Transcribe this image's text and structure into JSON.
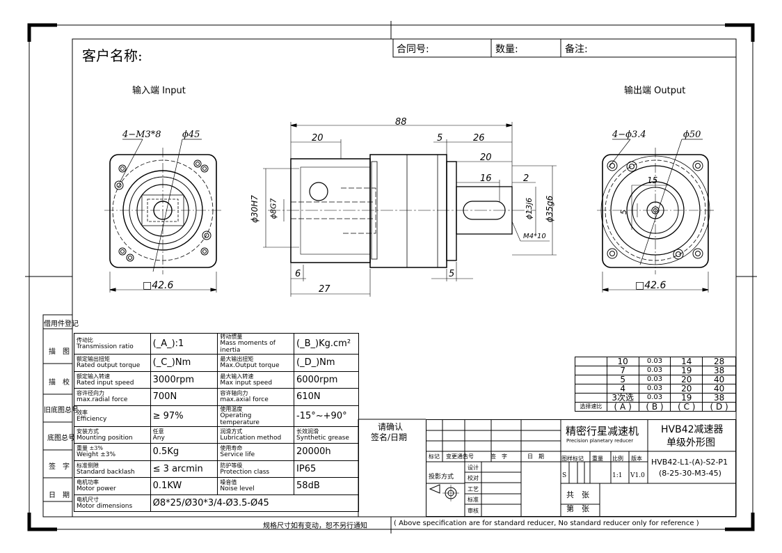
{
  "header": {
    "customer_label": "客户名称:",
    "contract_label": "合同号:",
    "quantity_label": "数量:",
    "remark_label": "备注:"
  },
  "views": {
    "input_label": "输入端 Input",
    "output_label": "输出端 Output",
    "input_holes": "4−M3*8",
    "input_pcd": "ϕ45",
    "input_square": "□42.6",
    "output_holes": "4−ϕ3.4",
    "output_pcd": "ϕ50",
    "output_square": "□42.6",
    "output_key": "15",
    "output_key_w": "5"
  },
  "side": {
    "d88": "88",
    "d20a": "20",
    "d5a": "5",
    "d26": "26",
    "d20b": "20",
    "d16": "16",
    "d2": "2",
    "d30h7": "ϕ30H7",
    "d8g7": "ϕ8G7",
    "d13j6": "ϕ13j6",
    "d35g6": "ϕ35g6",
    "m4": "M4*10",
    "d6": "6",
    "d27": "27",
    "d5b": "5"
  },
  "left_column": [
    "借用件登记",
    "描　图",
    "描　校",
    "旧底图总号",
    "底图总号",
    "签　字",
    "日　期"
  ],
  "specs": [
    {
      "zh1": "传动比",
      "en1": "Transmission ratio",
      "v1": "(_A_):1",
      "zh2": "转动惯量",
      "en2": "Mass moments of inertia",
      "v2": "(_B_)Kg.cm²"
    },
    {
      "zh1": "额定输出扭矩",
      "en1": "Rated output torque",
      "v1": "(_C_)Nm",
      "zh2": "最大输出扭矩",
      "en2": "Max.Output torque",
      "v2": "(_D_)Nm"
    },
    {
      "zh1": "额定输入转速",
      "en1": "Rated input speed",
      "v1": "3000rpm",
      "zh2": "最大输入转速",
      "en2": "Max input speed",
      "v2": "6000rpm"
    },
    {
      "zh1": "容许径向力",
      "en1": "max.radial force",
      "v1": "700N",
      "zh2": "容许轴向力",
      "en2": "max.axial  force",
      "v2": "610N"
    },
    {
      "zh1": "效率",
      "en1": "Efficiency",
      "v1": "≥ 97%",
      "zh2": "使用温度",
      "en2": "Operating temperature",
      "v2": "-15°~+90°"
    },
    {
      "zh1": "安装方式",
      "en1": "Mounting position",
      "v1": "任意\nAny",
      "zh2": "润滑方式",
      "en2": "Lubrication method",
      "v2": "长效润滑\nSynthetic grease"
    },
    {
      "zh1": "重量 ±3%",
      "en1": "Weight ±3%",
      "v1": "0.5Kg",
      "zh2": "使用寿命",
      "en2": "Service life",
      "v2": "20000h"
    },
    {
      "zh1": "标准侧隙",
      "en1": "Standard backlash",
      "v1": "≤ 3 arcmin",
      "zh2": "防护等级",
      "en2": "Protection class",
      "v2": "IP65"
    },
    {
      "zh1": "电机功率",
      "en1": "Motor power",
      "v1": "0.1KW",
      "zh2": "噪音值",
      "en2": "Noise level",
      "v2": "58dB"
    },
    {
      "zh1": "电机尺寸",
      "en1": "Motor dimensions",
      "v1": "Ø8*25/Ø30*3/4-Ø3.5-Ø45",
      "zh2": "",
      "en2": "",
      "v2": ""
    }
  ],
  "ratio_table": {
    "rows": [
      [
        "10",
        "0.03",
        "14",
        "28"
      ],
      [
        "7",
        "0.03",
        "19",
        "38"
      ],
      [
        "5",
        "0.03",
        "20",
        "40"
      ],
      [
        "4",
        "0.03",
        "20",
        "40"
      ],
      [
        "3次选",
        "0.03",
        "19",
        "38"
      ]
    ],
    "footer_label": "选择速比",
    "footer": [
      "( A )",
      "( B )",
      "( C )",
      "( D )"
    ]
  },
  "confirm": {
    "line1": "请确认",
    "line2": "签名/日期"
  },
  "title_block": {
    "company_zh": "精密行星减速机",
    "company_en": "Precision planetary reducer",
    "model": "HVB42减速器",
    "drawing": "单级外形图",
    "code": "HVB42-L1-(A)-S2-P1",
    "code2": "(8-25-30-M3-45)",
    "labels": [
      "标记",
      "变更通告号",
      "签　字",
      "日　期"
    ],
    "proj": "投影方式",
    "roles": [
      "设计",
      "校对",
      "工艺",
      "标准",
      "审核"
    ],
    "mark_labels": [
      "图样标记",
      "重量",
      "比例",
      "版本"
    ],
    "scale": "1:1",
    "version": "V1.0",
    "s": "S",
    "total": "共　张",
    "sheet": "第　张"
  },
  "footer": {
    "note_zh": "规格尺寸如有变动，恕不另行通知",
    "note_en": "( Above specification are for standard reducer, No standard reducer only for reference )"
  }
}
